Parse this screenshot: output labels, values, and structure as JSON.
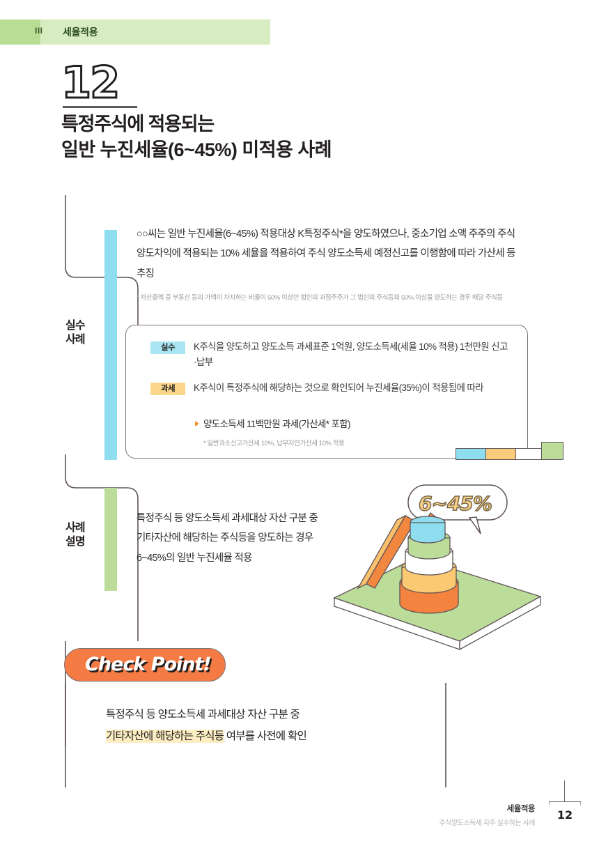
{
  "header": {
    "chapter_number": "III",
    "chapter_title": "세율적용",
    "dark_green": "#b9dd95",
    "light_green": "#d8ecc2"
  },
  "title": {
    "number": "12",
    "line1": "특정주식에 적용되는",
    "line2": "일반 누진세율(6~45%) 미적용 사례"
  },
  "sections": [
    {
      "label_line1": "실수",
      "label_line2": "사례",
      "accent_color": "#8fdef0",
      "paragraph": "○○씨는 일반 누진세율(6~45%) 적용대상 K특정주식*을 양도하였으나, 중소기업 소액 주주의 주식 양도차익에 적용되는 10% 세율을 적용하여 주식 양도소득세 예정신고를 이행함에 따라 가산세 등 추징",
      "footnote": "* 자산총액 중 부동산 등의 가액이 차지하는 비율이 50% 이상인 법인의 과점주주가 그 법인의 주식등의 50% 이상을 양도하는 경우 해당 주식등",
      "box": {
        "rows": [
          {
            "badge": "실수",
            "badge_color": "#a9e6f4",
            "text": "K주식을 양도하고 양도소득 과세표준 1억원, 양도소득세(세율 10% 적용) 1천만원 신고·납부"
          },
          {
            "badge": "과세",
            "badge_color": "#fbd78b",
            "text": "K주식이 특정주식에 해당하는 것으로 확인되어 누진세율(35%)이 적용됨에 따라",
            "bullet": "양도소득세 11백만원 과세(가산세* 포함)",
            "note": "* 일반과소신고가산세 10%, 납부지연가산세 10% 적용"
          }
        ]
      },
      "tabs": [
        "#8fdef0",
        "#f9cc7c",
        "#ffffff",
        "#bcdd9a"
      ]
    },
    {
      "label_line1": "사례",
      "label_line2": "설명",
      "accent_color": "#bcdd9a",
      "paragraph_lines": [
        "특정주식 등 양도소득세 과세대상 자산 구분 중",
        "기타자산에 해당하는 주식등을 양도하는 경우",
        "6~45%의 일반 누진세율 적용"
      ]
    }
  ],
  "illustration": {
    "bubble_text": "6~45%",
    "bubble_fill": "#fbd28a",
    "platform_color": "#bcdd9a",
    "stack_colors": [
      "#f4833f",
      "#fbc971",
      "#ffffff",
      "#bcdd9a",
      "#8fdef0"
    ],
    "ramp_color": "#f2883f"
  },
  "check_point": {
    "pill_label": "Check Point!",
    "pill_color": "#f47b44",
    "line1": "특정주식 등 양도소득세 과세대상 자산 구분 중",
    "line2_highlight": "기타자산에 해당하는 주식등",
    "line2_rest": " 여부를 사전에 확인",
    "highlight_color": "#fceec2"
  },
  "footer": {
    "title": "세율적용",
    "subtitle": "주식양도소득세 자주 실수하는 사례",
    "page_number": "12"
  }
}
